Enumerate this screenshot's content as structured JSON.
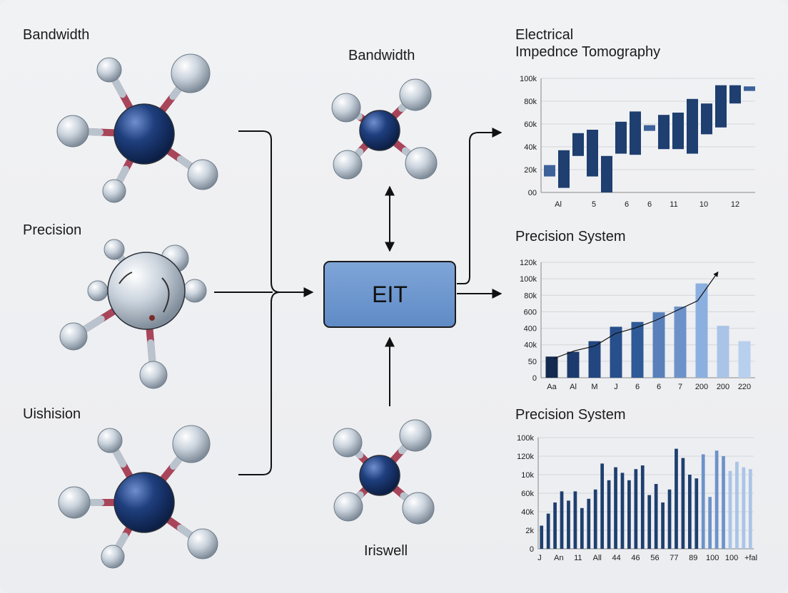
{
  "left_labels": [
    "Bandwidth",
    "Precision",
    "Uishision"
  ],
  "center": {
    "top_label": "Bandwidth",
    "bottom_label": "Iriswell",
    "box_label": "EIT"
  },
  "colors": {
    "atom_center": "#1f3f7e",
    "atom_outer": "#c8d0d8",
    "bond": "#a8455a",
    "bar_dark": "#1e3f6f",
    "bar_light": "#a9c4e6",
    "box_fill": "#6a93cc"
  },
  "chart_data": [
    {
      "type": "bar",
      "title": "Electrical\nImpednce Tomography",
      "ylim_ticks": [
        "100k",
        "80k",
        "60k",
        "40k",
        "20k",
        "00"
      ],
      "ylim": [
        0,
        100
      ],
      "x_tick_labels": [
        "Al",
        "5",
        "6",
        "6",
        "11",
        "10",
        "12"
      ],
      "floating_bars": [
        {
          "low": 14,
          "high": 24
        },
        {
          "low": 4,
          "high": 37
        },
        {
          "low": 32,
          "high": 52
        },
        {
          "low": 14,
          "high": 55
        },
        {
          "low": 0,
          "high": 32
        },
        {
          "low": 34,
          "high": 62
        },
        {
          "low": 33,
          "high": 71
        },
        {
          "low": 54,
          "high": 59
        },
        {
          "low": 38,
          "high": 68
        },
        {
          "low": 38,
          "high": 70
        },
        {
          "low": 34,
          "high": 82
        },
        {
          "low": 51,
          "high": 78
        },
        {
          "low": 57,
          "high": 94
        },
        {
          "low": 78,
          "high": 94
        },
        {
          "low": 89,
          "high": 93
        }
      ]
    },
    {
      "type": "bar",
      "title": "Precision System",
      "ylim_ticks": [
        "120k",
        "100k",
        "80k",
        "600",
        "400",
        "40k",
        "50",
        "0"
      ],
      "x_tick_labels": [
        "Aa",
        "Al",
        "M",
        "J",
        "6",
        "6",
        "7",
        "200",
        "200",
        "220"
      ],
      "values": [
        22,
        27,
        38,
        53,
        58,
        68,
        74,
        98,
        54,
        38
      ],
      "trend_line": [
        20,
        28,
        33,
        46,
        52,
        60,
        70,
        80,
        110
      ],
      "ylim": [
        0,
        120
      ]
    },
    {
      "type": "bar",
      "title": "Precision System",
      "ylim_ticks": [
        "100k",
        "120k",
        "10k",
        "60k",
        "40k",
        "2k",
        "0"
      ],
      "x_tick_labels": [
        "J",
        "An",
        "11",
        "All",
        "44",
        "46",
        "56",
        "77",
        "89",
        "100",
        "100",
        "+fal"
      ],
      "values": [
        25,
        38,
        50,
        62,
        52,
        62,
        44,
        54,
        64,
        92,
        74,
        88,
        82,
        74,
        86,
        90,
        58,
        70,
        50,
        64,
        108,
        98,
        80,
        76,
        102,
        56,
        106,
        100,
        84,
        94,
        88,
        86
      ],
      "ylim": [
        0,
        120
      ]
    }
  ]
}
